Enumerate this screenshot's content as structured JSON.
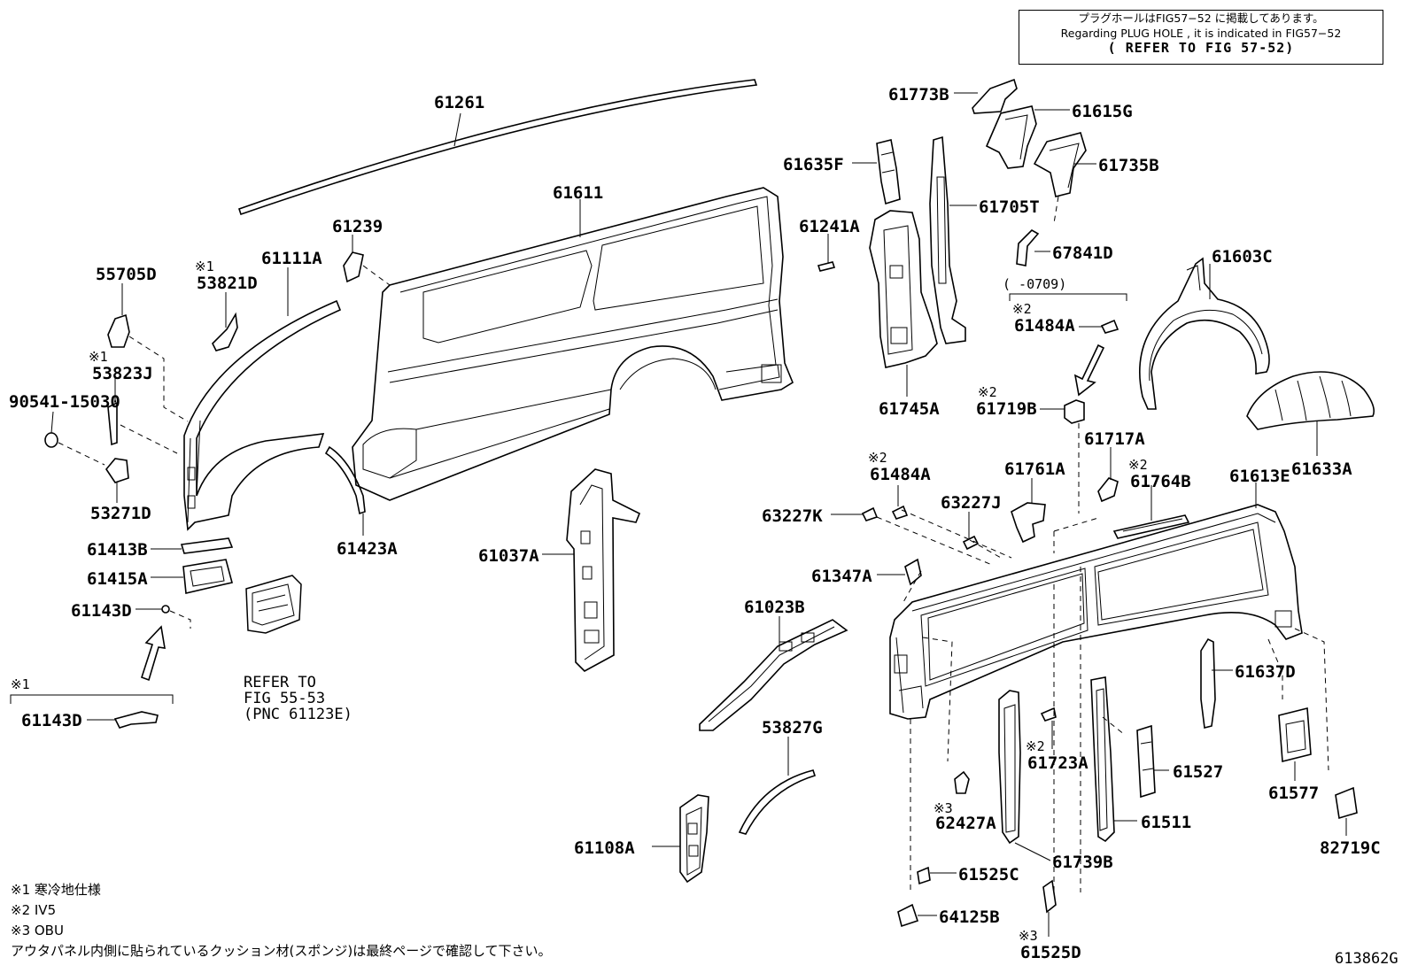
{
  "note_box": {
    "line_jp": "プラグホールはFIG57−52 に掲載してあります。",
    "line_en": "Regarding PLUG HOLE , it is indicated in FIG57−52",
    "line_ref": "( REFER TO FIG 57-52)"
  },
  "refer_text": {
    "l1": "REFER TO",
    "l2": "FIG 55-53",
    "l3": "(PNC 61123E)"
  },
  "bracket_range": "(      -0709)",
  "marks": {
    "m1": "※1",
    "m2": "※2",
    "m3": "※3"
  },
  "footnotes": {
    "f1": "※1 寒冷地仕様",
    "f2": "※2 IV5",
    "f3": "※3 OBU",
    "f4": "アウタパネル内側に貼られているクッション材(スポンジ)は最終ページで確認して下さい。"
  },
  "figure_id": "613862G",
  "parts": {
    "p61261": "61261",
    "p61611": "61611",
    "p61239": "61239",
    "p61111A": "61111A",
    "p53821D": "53821D",
    "p55705D": "55705D",
    "p53823J": "53823J",
    "p90541": "90541-15030",
    "p53271D": "53271D",
    "p61413B": "61413B",
    "p61415A": "61415A",
    "p61143D_a": "61143D",
    "p61143D_b": "61143D",
    "p61423A": "61423A",
    "p61037A": "61037A",
    "p61241A": "61241A",
    "p61635F": "61635F",
    "p61705T": "61705T",
    "p61745A": "61745A",
    "p61773B": "61773B",
    "p61615G": "61615G",
    "p61735B": "61735B",
    "p67841D": "67841D",
    "p61484A_a": "61484A",
    "p61484A_b": "61484A",
    "p61719B": "61719B",
    "p61603C": "61603C",
    "p61633A": "61633A",
    "p61717A": "61717A",
    "p61761A": "61761A",
    "p61764B": "61764B",
    "p61613E": "61613E",
    "p63227K": "63227K",
    "p63227J": "63227J",
    "p61347A": "61347A",
    "p61023B": "61023B",
    "p53827G": "53827G",
    "p61108A": "61108A",
    "p61637D": "61637D",
    "p61723A": "61723A",
    "p61527": "61527",
    "p61577": "61577",
    "p62427A": "62427A",
    "p61511": "61511",
    "p61739B": "61739B",
    "p82719C": "82719C",
    "p61525C": "61525C",
    "p64125B": "64125B",
    "p61525D": "61525D"
  }
}
